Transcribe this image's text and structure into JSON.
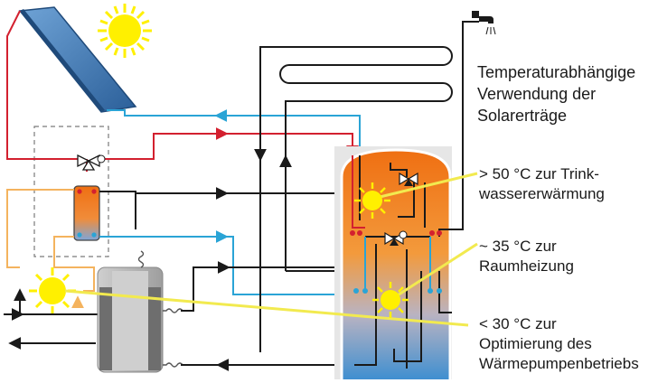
{
  "title": {
    "line1": "Temperaturabhängige",
    "line2": "Verwendung der",
    "line3": "Solarerträge"
  },
  "labels": {
    "hot": {
      "line1": "> 50 °C zur Trink-",
      "line2": "wassererwärmung"
    },
    "mid": {
      "line1": "~ 35 °C zur",
      "line2": "Raumheizung"
    },
    "low": {
      "line1": "< 30 °C zur",
      "line2": "Optimierung des",
      "line3": "Wärmepumpenbetriebs"
    }
  },
  "colors": {
    "hot_pipe": "#d3202f",
    "cold_pipe": "#2aa4d6",
    "return_pipe": "#1a1a1a",
    "solar_loop": "#f4b35e",
    "sun": "#fff000",
    "callout_line": "#f2ea4f",
    "tank_orange": "#f07a1e",
    "tank_blue": "#3f8fd0",
    "collector": "#3a78b5",
    "heat_pump": "#a9a9a9"
  }
}
